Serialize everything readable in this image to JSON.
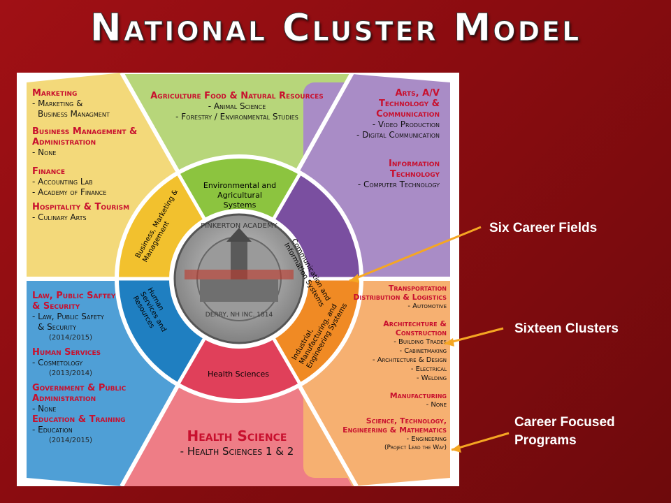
{
  "slide": {
    "title": "National Cluster Model"
  },
  "wheel": {
    "seal_text_top": "PINKERTON ACADEMY",
    "seal_text_bottom": "DERRY, NH    INC. 1814",
    "fields": [
      {
        "label": "Environmental and Agricultural Systems",
        "color": "#8cc43f"
      },
      {
        "label": "Communication and Information Systems",
        "color": "#7a4fa0"
      },
      {
        "label": "Industrial, Manufacturing, and Engineering Systems",
        "color": "#f08a24"
      },
      {
        "label": "Health Sciences",
        "color": "#e8485a"
      },
      {
        "label": "Human Services and Resources",
        "color": "#1f7fc1"
      },
      {
        "label": "Business, Marketing & Management",
        "color": "#f2c12e"
      }
    ]
  },
  "clusters": {
    "top": {
      "h1": "Agriculture Food & Natural Resources",
      "p1": "- Animal Science",
      "p2": "- Forestry / Environmental Studies"
    },
    "top_left": {
      "h1": "Marketing",
      "p1": "- Marketing &",
      "p1b": "Business Managment",
      "h2": "Business Management &",
      "h2b": "Administration",
      "p2": "- None",
      "h3": "Finance",
      "p3": "- Accounting Lab",
      "p3b": "- Academy of Finance",
      "h4": "Hospitality & Tourism",
      "p4": "- Culinary Arts"
    },
    "top_right": {
      "h1": "Arts, A/V",
      "h1b": "Technology &",
      "h1c": "Communication",
      "p1": "- Video Production",
      "p1b": "- Digital Communication",
      "h2": "Information",
      "h2b": "Technology",
      "p2": "- Computer Technology"
    },
    "bottom_left": {
      "h1": "Law, Public Saftey",
      "h1b": "& Security",
      "p1": "- Law, Public Safety",
      "p1b": "& Security",
      "y1": "(2014/2015)",
      "h2": "Human Services",
      "p2": "- Cosmetology",
      "y2": "(2013/2014)",
      "h3": "Government & Public",
      "h3b": "Administration",
      "p3": "- None",
      "h4": "Education & Training",
      "p4": "- Education",
      "y4": "(2014/2015)"
    },
    "bottom_right": {
      "h1": "Transportation",
      "h1b": "Distribution & Logistics",
      "p1": "- Automotive",
      "h2": "Architechture &",
      "h2b": "Construction",
      "p2a": "- Building Trades",
      "p2b": "- Cabinetmaking",
      "p2c": "- Architecture & Design",
      "p2d": "- Electrical",
      "p2e": "- Welding",
      "h3": "Manufacturing",
      "p3": "- None",
      "h4": "Science, Technology,",
      "h4b": "Engineering & Mathematics",
      "p4": "- Engineering",
      "p4b": "(Project Lead the Way)"
    },
    "bottom": {
      "h1": "Health Science",
      "p1": "- Health Sciences 1 & 2"
    }
  },
  "callouts": {
    "fields": "Six Career Fields",
    "clusters": "Sixteen Clusters",
    "programs_line1": "Career Focused",
    "programs_line2": "Programs",
    "arrow_color": "#f5a623"
  }
}
